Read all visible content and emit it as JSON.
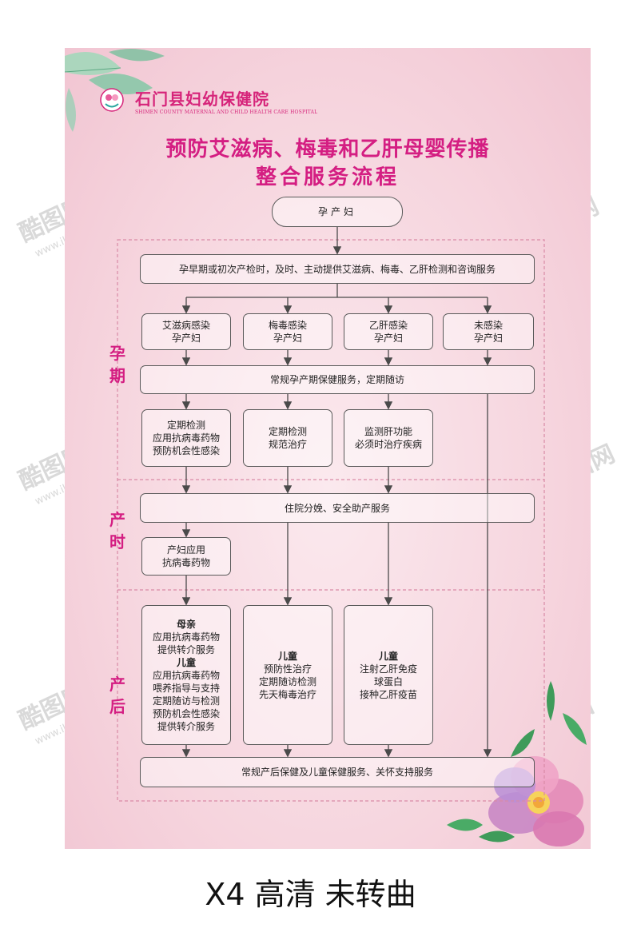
{
  "header": {
    "org_name": "石门县妇幼保健院",
    "org_name_en": "SHIMEN COUNTY MATERNAL AND CHILD HEALTH CARE HOSPITAL",
    "title_line1": "预防艾滋病、梅毒和乙肝母婴传播",
    "title_line2": "整合服务流程"
  },
  "stages": {
    "pregnancy": "孕期",
    "delivery": "产时",
    "postpartum": "产后"
  },
  "flow": {
    "start": "孕产妇",
    "first_visit": "孕早期或初次产检时，及时、主动提供艾滋病、梅毒、乙肝检测和咨询服务",
    "groups": {
      "hiv": [
        "艾滋病感染",
        "孕产妇"
      ],
      "syphilis": [
        "梅毒感染",
        "孕产妇"
      ],
      "hepb": [
        "乙肝感染",
        "孕产妇"
      ],
      "uninfected": [
        "未感染",
        "孕产妇"
      ]
    },
    "routine_prenatal": "常规孕产期保健服务，定期随访",
    "prenatal": {
      "hiv": [
        "定期检测",
        "应用抗病毒药物",
        "预防机会性感染"
      ],
      "syphilis": [
        "定期检测",
        "规范治疗"
      ],
      "hepb": [
        "监测肝功能",
        "必须时治疗疾病"
      ]
    },
    "delivery_service": "住院分娩、安全助产服务",
    "delivery_hiv": [
      "产妇应用",
      "抗病毒药物"
    ],
    "postpartum": {
      "hiv": {
        "mother_heading": "母亲",
        "mother_items": [
          "应用抗病毒药物",
          "提供转介服务"
        ],
        "child_heading": "儿童",
        "child_items": [
          "应用抗病毒药物",
          "喂养指导与支持",
          "定期随访与检测",
          "预防机会性感染",
          "提供转介服务"
        ]
      },
      "syphilis": {
        "heading": "儿童",
        "items": [
          "预防性治疗",
          "定期随访检测",
          "先天梅毒治疗"
        ]
      },
      "hepb": {
        "heading": "儿童",
        "items": [
          "注射乙肝免疫",
          "球蛋白",
          "接种乙肝疫苗"
        ]
      }
    },
    "routine_postpartum": "常规产后保健及儿童保健服务、关怀支持服务"
  },
  "footer_note": "X4 高清 未转曲",
  "watermark": {
    "brand": "酷图网",
    "url": "www.ikutu.com"
  },
  "colors": {
    "accent": "#d41e82",
    "line": "#4a4a4a",
    "dashed": "#d98aa6"
  }
}
